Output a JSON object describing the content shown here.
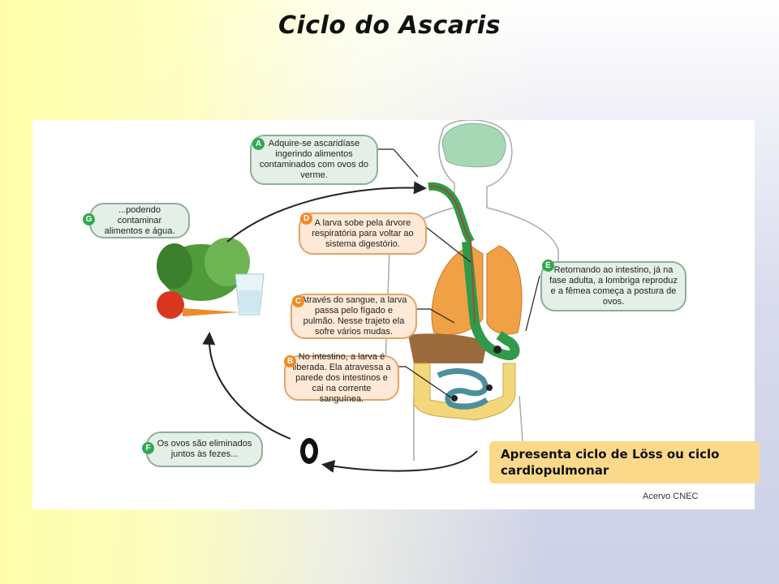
{
  "title": "Ciclo do Ascaris",
  "bubbles": {
    "A": {
      "letter": "A",
      "text": "Adquire-se ascaridíase ingerindo alimentos contaminados com ovos do verme."
    },
    "B": {
      "letter": "B",
      "text": "No intestino, a larva é liberada. Ela atravessa a parede dos intestinos e cai na corrente sanguínea."
    },
    "C": {
      "letter": "C",
      "text": "Através do sangue, a larva passa pelo fígado e pulmão. Nesse trajeto ela sofre vários mudas."
    },
    "D": {
      "letter": "D",
      "text": "A larva sobe pela árvore respiratória para voltar ao sistema digestório."
    },
    "E": {
      "letter": "E",
      "text": "Retornando ao intestino, já na fase adulta, a lombriga reproduz e a fêmea começa a postura de ovos."
    },
    "F": {
      "letter": "F",
      "text": "Os ovos são eliminados juntos às fezes..."
    },
    "G": {
      "letter": "G",
      "text": "...podendo contaminar alimentos e água."
    }
  },
  "credit": "Acervo CNEC",
  "note": "Apresenta ciclo de Löss ou ciclo cardiopulmonar",
  "colors": {
    "green_badge": "#2faa4f",
    "orange_badge": "#f08a22",
    "note_bg": "#fbd98a",
    "lungs": "#f0a045",
    "gut": "#2e9a4a"
  }
}
